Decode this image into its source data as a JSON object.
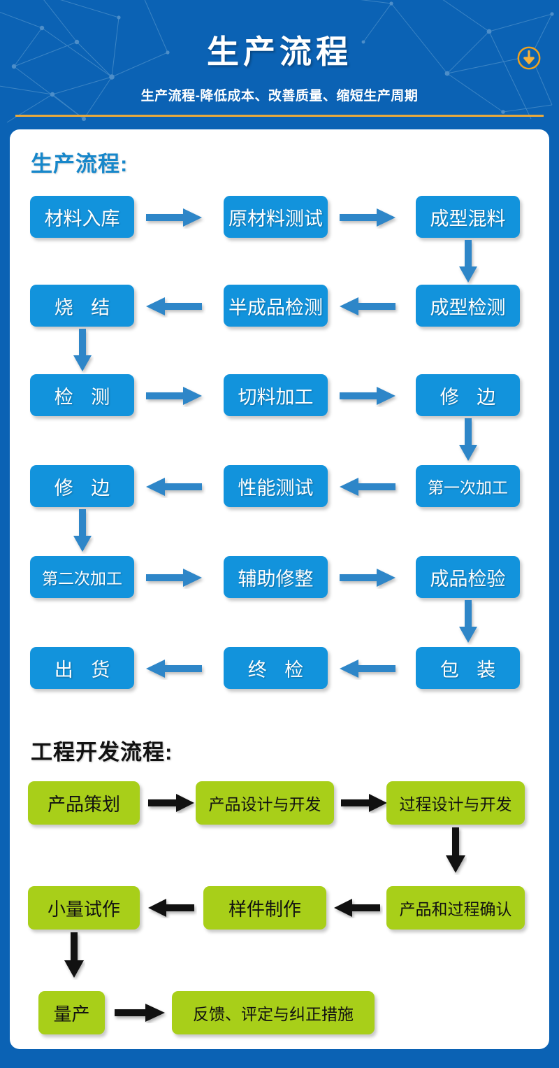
{
  "header": {
    "title": "生产流程",
    "subtitle": "生产流程-降低成本、改善质量、缩短生产周期",
    "download_icon": "download-circle-icon",
    "bg_color": "#0B62B4",
    "rule_color": "#E9A93C",
    "icon_color": "#F0A21E"
  },
  "sections": [
    {
      "id": "production",
      "title": "生产流程:",
      "title_color": "#1787CA",
      "node_color": "#1293DC",
      "node_text_color": "#FFFFFF",
      "arrow_color": "#2E86C8",
      "nodes": [
        {
          "label": "材料入库"
        },
        {
          "label": "原材料测试"
        },
        {
          "label": "成型混料"
        },
        {
          "label": "成型检测"
        },
        {
          "label": "半成品检测"
        },
        {
          "label": "烧 结"
        },
        {
          "label": "检 测"
        },
        {
          "label": "切料加工"
        },
        {
          "label": "修 边"
        },
        {
          "label": "第一次加工"
        },
        {
          "label": "性能测试"
        },
        {
          "label": "修 边"
        },
        {
          "label": "第二次加工"
        },
        {
          "label": "辅助修整"
        },
        {
          "label": "成品检验"
        },
        {
          "label": "包 装"
        },
        {
          "label": "终 检"
        },
        {
          "label": "出 货"
        }
      ]
    },
    {
      "id": "engineering",
      "title": "工程开发流程:",
      "title_color": "#111111",
      "node_color": "#A8CF19",
      "node_text_color": "#111111",
      "arrow_color": "#111111",
      "nodes": [
        {
          "label": "产品策划"
        },
        {
          "label": "产品设计与开发"
        },
        {
          "label": "过程设计与开发"
        },
        {
          "label": "产品和过程确认"
        },
        {
          "label": "样件制作"
        },
        {
          "label": "小量试作"
        },
        {
          "label": "量产"
        },
        {
          "label": "反馈、评定与纠正措施"
        }
      ]
    }
  ]
}
